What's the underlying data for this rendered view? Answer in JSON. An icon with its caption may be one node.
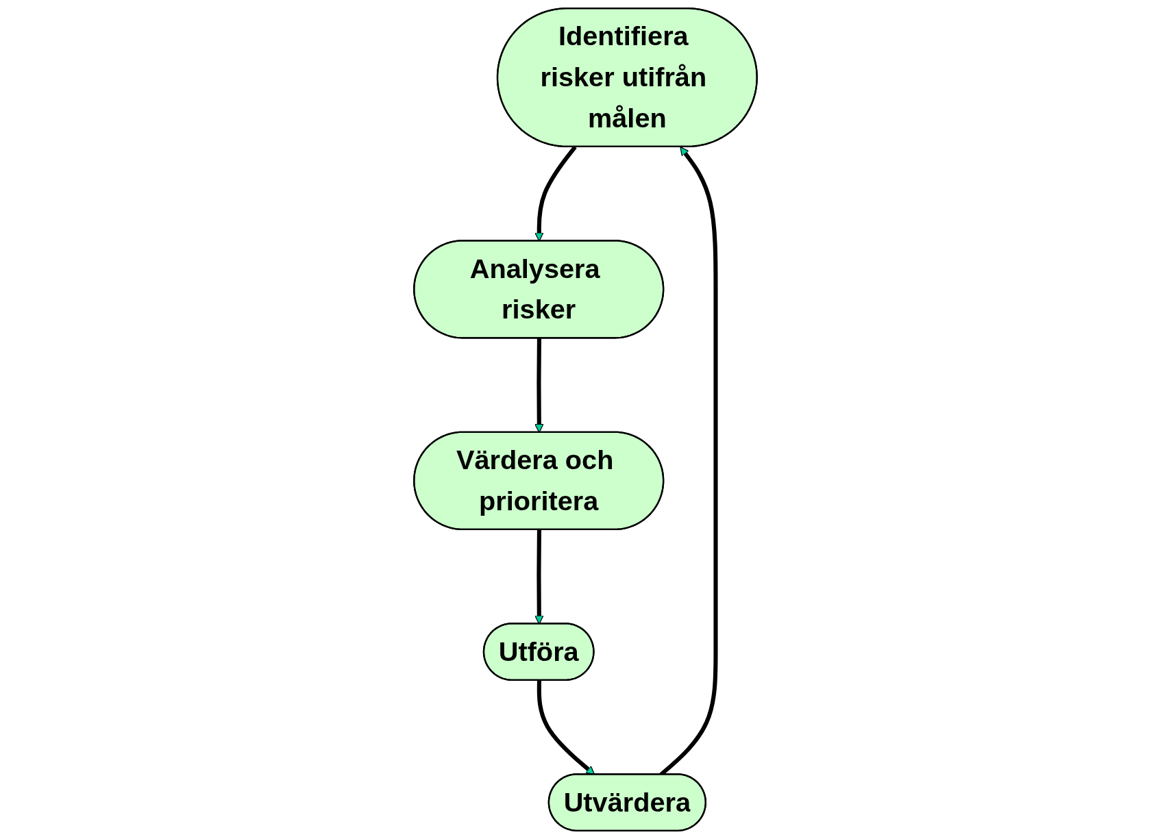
{
  "diagram": {
    "nodes": [
      {
        "text": [
          "Identifiera risker utifrån målen"
        ]
      },
      {
        "text": [
          "Analysera risker"
        ]
      },
      {
        "text": [
          "Värdera och prioritera"
        ]
      },
      {
        "text": [
          "Utföra"
        ]
      },
      {
        "text": [
          "Utvärdera"
        ]
      }
    ],
    "edges": [
      {
        "from": 0,
        "to": 1,
        "arrow": "to"
      },
      {
        "from": 1,
        "to": 2,
        "arrow": "to"
      },
      {
        "from": 2,
        "to": 3,
        "arrow": "to"
      },
      {
        "from": 3,
        "to": 4,
        "arrow": "to"
      },
      {
        "from": 4,
        "to": 0,
        "arrow": "to"
      }
    ]
  }
}
